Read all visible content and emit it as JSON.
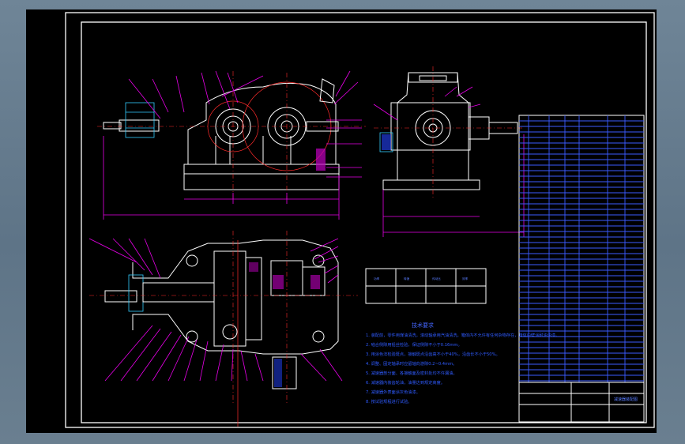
{
  "colors": {
    "background": "#000000",
    "frame": "#ffffff",
    "outline": "#ffffff",
    "dimension": "#e800e8",
    "centerline": "#ff2b2b",
    "annotation": "#2f5bff",
    "hatch": "#2444ff"
  },
  "notes": {
    "title": "技术要求",
    "items": [
      "1. 装配前，零件用煤油清洗，滚动轴承用汽油清洗，箱体内不允许有任何杂物存在，箱体内壁涂耐油油漆。",
      "2. 啮合侧隙用铅丝检验，保证侧隙不小于0.16mm。",
      "3. 用涂色法检验斑点，接触斑点沿齿高不小于40%，沿齿长不小于50%。",
      "4. 调整、固定轴承时应留轴向游隙0.2~0.4mm。",
      "5. 减速器剖分面、各接触面及密封处均不许漏油。",
      "6. 减速器内装齿轮油，油量达到规定高度。",
      "7. 减速器外表面涂灰色油漆。",
      "8. 按试验规程进行试验。"
    ]
  },
  "characteristics": {
    "rows": [
      [
        "功率",
        "转速",
        "传动比",
        "效率"
      ],
      [
        "",
        "",
        "",
        ""
      ]
    ]
  },
  "title_block": {
    "drawing_name": "减速器装配图"
  }
}
